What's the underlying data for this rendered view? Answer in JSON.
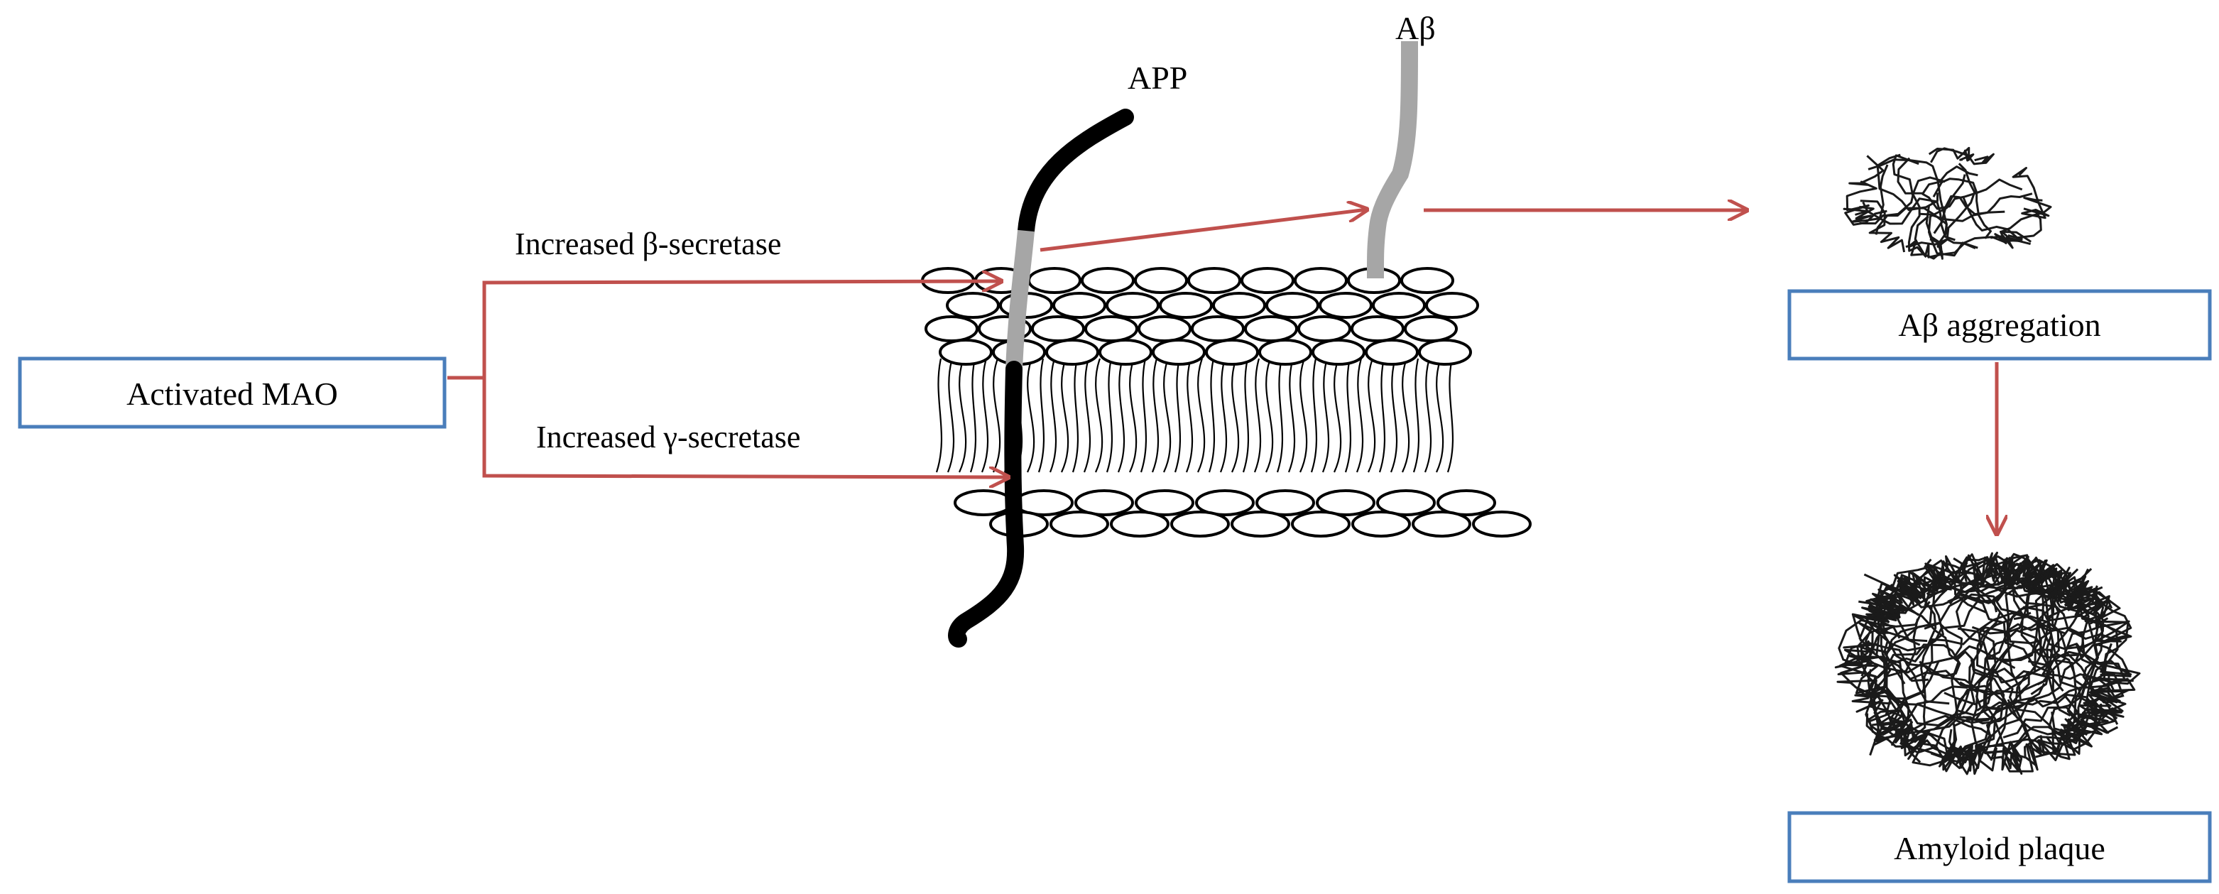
{
  "colors": {
    "arrow": "#c0504d",
    "box_border": "#4a7ebb",
    "app_black": "#000000",
    "abeta_gray": "#a6a6a6",
    "fiber": "#1a1a1a"
  },
  "nodes": {
    "activated_mao": "Activated MAO",
    "abeta_aggregation": "Aβ aggregation",
    "amyloid_plaque": "Amyloid plaque"
  },
  "edges": {
    "beta_secretase": "Increased β-secretase",
    "gamma_secretase": "Increased γ-secretase"
  },
  "labels": {
    "app": "APP",
    "abeta": "Aβ"
  }
}
